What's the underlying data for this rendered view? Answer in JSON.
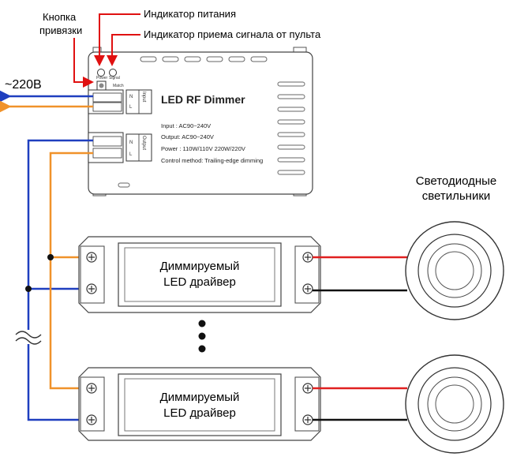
{
  "labels": {
    "bind_button_line1": "Кнопка",
    "bind_button_line2": "привязки",
    "power_indicator": "Индикатор питания",
    "signal_indicator": "Индикатор приема сигнала от пульта",
    "mains": "~220В",
    "led_lamps_line1": "Светодиодные",
    "led_lamps_line2": "светильники"
  },
  "dimmer": {
    "title": "LED RF Dimmer",
    "led_power": "Power",
    "led_signal": "Signal",
    "match": "Match",
    "input_terminal": "Input",
    "output_terminal": "Output",
    "pin_n": "N",
    "pin_l": "L",
    "spec_input": "Input : AC90~240V",
    "spec_output": "Output: AC90~240V",
    "spec_power": "Power  : 110W/110V   220W/220V",
    "spec_control": "Control method: Trailing-edge dimming"
  },
  "drivers": [
    {
      "line1": "Диммируемый",
      "line2": "LED драйвер"
    },
    {
      "line1": "Диммируемый",
      "line2": "LED драйвер"
    }
  ],
  "colors": {
    "neutral_wire": "#1f3fbf",
    "live_wire": "#f0922a",
    "positive_wire": "#e02020",
    "negative_wire": "#111111",
    "pointer": "#e01010"
  }
}
